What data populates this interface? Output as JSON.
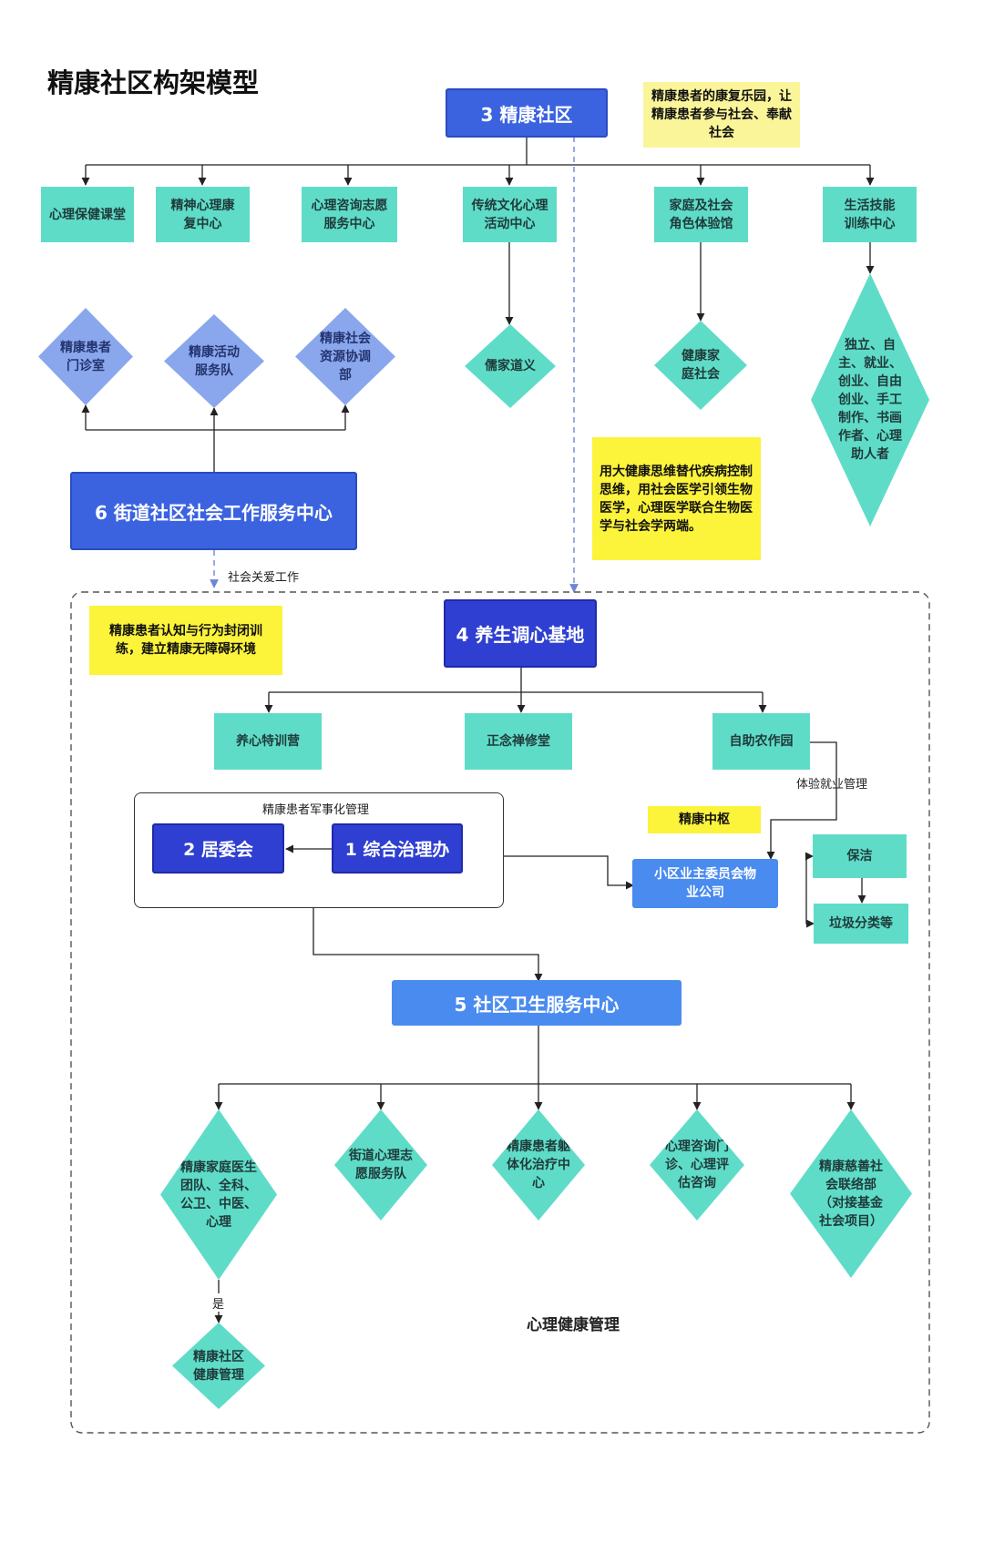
{
  "title": "精康社区构架模型",
  "colors": {
    "teal": "#5fdcc8",
    "blue": "#3b63e0",
    "yellow": "#fcf33b",
    "diamond_blue": "#8aa7ee"
  },
  "nodes": {
    "n3": "3  精康社区",
    "note_top": "精康患者的康复乐园，让精康患者参与社会、奉献社会",
    "c1": "心理保健课堂",
    "c2": "精神心理康复中心",
    "c3": "心理咨询志愿服务中心",
    "c4": "传统文化心理活动中心",
    "c5": "家庭及社会角色体验馆",
    "c6": "生活技能训练中心",
    "d_ru": "儒家道义",
    "d_jt": "健康家庭社会",
    "d_life": "独立、自主、就业、创业、自由创业、手工制作、书画作者、心理助人者",
    "d_mz": "精康患者门诊室",
    "d_hd": "精康活动服务队",
    "d_zy": "精康社会资源协调部",
    "n6": "6  街道社区社会工作服务中心",
    "lbl_care": "社会关爱工作",
    "note_mid": "用大健康思维替代疾病控制思维，用社会医学引领生物医学，心理医学联合生物医学与社会学两端。",
    "note_left": "精康患者认知与行为封闭训练，建立精康无障碍环境",
    "n4": "4  养生调心基地",
    "s1": "养心特训营",
    "s2": "正念禅修堂",
    "s3": "自助农作园",
    "lbl_job": "体验就业管理",
    "lbl_mil": "精康患者军事化管理",
    "n2": "2 居委会",
    "n1": "1 综合治理办",
    "note_hub": "精康中枢",
    "n_pm": "小区业主委员会物业公司",
    "clean": "保洁",
    "trash": "垃圾分类等",
    "n5": "5  社区卫生服务中心",
    "h1": "精康家庭医生团队、全科、公卫、中医、心理",
    "h2": "街道心理志愿服务队",
    "h3": "精康患者躯体化治疗中心",
    "h4": "心理咨询门诊、心理评估咨询",
    "h5": "精康慈善社会联络部（对接基金社会项目）",
    "lbl_yes": "是",
    "h_sub": "精康社区健康管理",
    "lbl_mental": "心理健康管理"
  }
}
